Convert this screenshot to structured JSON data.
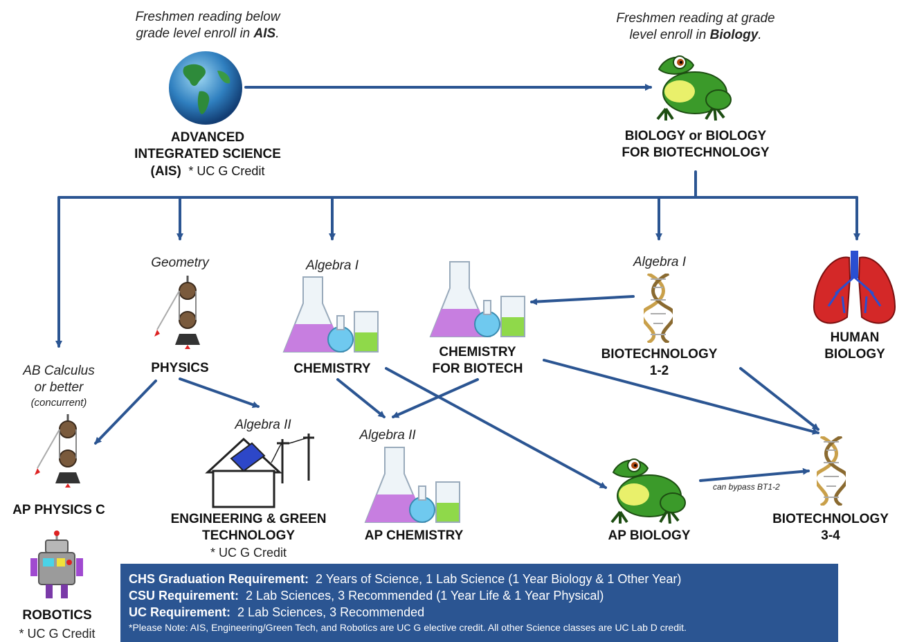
{
  "intro": {
    "ais_line1": "Freshmen reading below",
    "ais_line2_prefix": "grade level enroll in ",
    "ais_line2_bold": "AIS",
    "ais_line2_suffix": ".",
    "bio_line1": "Freshmen reading at grade",
    "bio_line2_prefix": "level enroll in ",
    "bio_line2_bold": "Biology",
    "bio_line2_suffix": "."
  },
  "courses": {
    "ais_line1": "ADVANCED",
    "ais_line2": "INTEGRATED SCIENCE",
    "ais_line3_bold": "(AIS)",
    "ais_line3_credit": "* UC G Credit",
    "biology_line1": "BIOLOGY or BIOLOGY",
    "biology_line2": "FOR BIOTECHNOLOGY",
    "physics": "PHYSICS",
    "chemistry": "CHEMISTRY",
    "chem_biotech_line1": "CHEMISTRY",
    "chem_biotech_line2": "FOR BIOTECH",
    "biotech12_line1": "BIOTECHNOLOGY",
    "biotech12_line2": "1-2",
    "human_bio_line1": "HUMAN",
    "human_bio_line2": "BIOLOGY",
    "ap_physics": "AP PHYSICS C",
    "engineering_line1": "ENGINEERING & GREEN",
    "engineering_line2": "TECHNOLOGY",
    "engineering_credit": "* UC G Credit",
    "ap_chemistry": "AP CHEMISTRY",
    "ap_biology": "AP BIOLOGY",
    "biotech34_line1": "BIOTECHNOLOGY",
    "biotech34_line2": "3-4",
    "robotics": "ROBOTICS",
    "robotics_credit": "* UC G Credit"
  },
  "prereqs": {
    "geometry": "Geometry",
    "algebra1_chem": "Algebra I",
    "algebra1_biotech": "Algebra I",
    "ab_calc_line1": "AB Calculus",
    "ab_calc_line2": "or better",
    "ab_calc_line3": "(concurrent)",
    "algebra2_eng": "Algebra II",
    "algebra2_apchem": "Algebra II",
    "bypass_note": "can bypass BT1-2"
  },
  "requirements": {
    "grad_label": "CHS Graduation Requirement:",
    "grad_text": "2 Years of Science, 1 Lab Science (1 Year Biology & 1 Other Year)",
    "csu_label": "CSU Requirement:",
    "csu_text": "2 Lab Sciences, 3 Recommended (1 Year Life & 1 Year Physical)",
    "uc_label": "UC Requirement:",
    "uc_text": "2 Lab Sciences, 3 Recommended",
    "note": "*Please Note:  AIS,  Engineering/Green Tech, and Robotics  are UC G elective credit.  All other Science classes are UC Lab D credit."
  },
  "colors": {
    "arrow": "#2b5592",
    "box": "#2b5592",
    "frog": "#3b9a2a",
    "flask_liquid": "#c77ee0"
  },
  "icons": [
    "globe-icon",
    "frog-icon",
    "pulley-icon",
    "flask-icon",
    "dna-icon",
    "lungs-icon",
    "house-solar-icon",
    "robot-icon"
  ]
}
